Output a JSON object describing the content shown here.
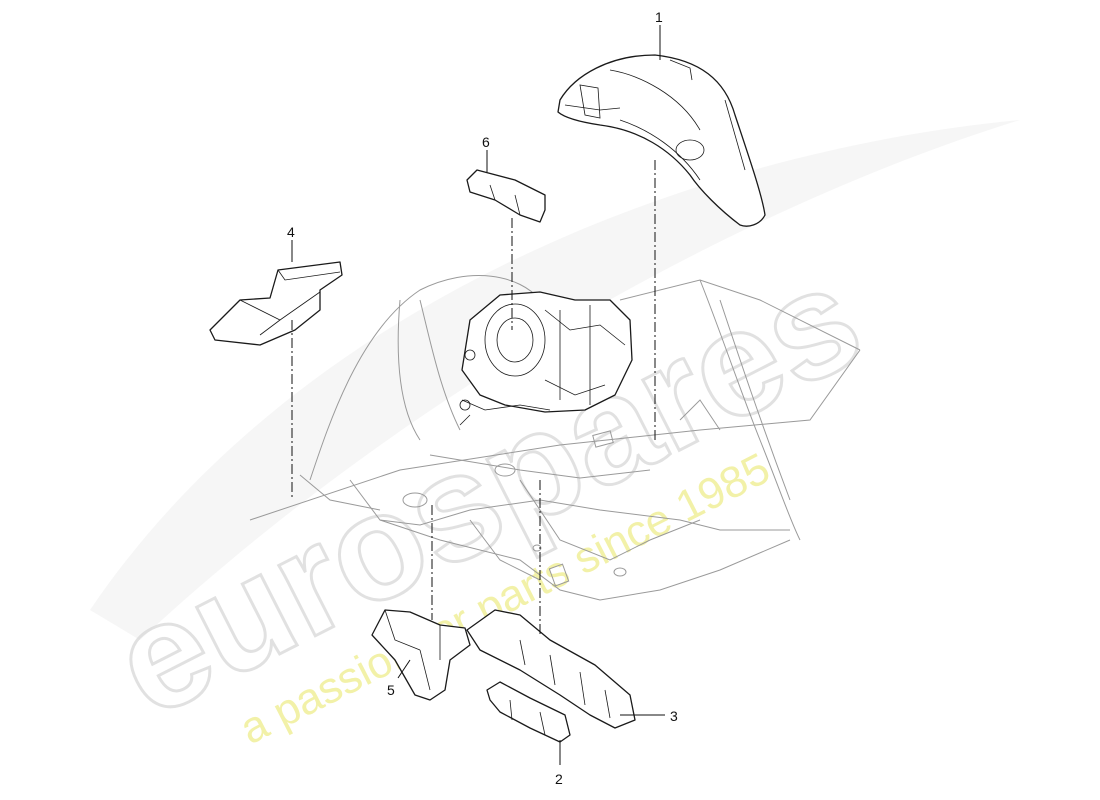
{
  "watermark": {
    "brand": "eurospares",
    "tagline": "a passion for parts since 1985"
  },
  "callouts": [
    {
      "id": "1",
      "label": "1"
    },
    {
      "id": "2",
      "label": "2"
    },
    {
      "id": "3",
      "label": "3"
    },
    {
      "id": "4",
      "label": "4"
    },
    {
      "id": "5",
      "label": "5"
    },
    {
      "id": "6",
      "label": "6"
    }
  ],
  "colors": {
    "line": "#1a1a1a",
    "body_outline": "#9a9a9a",
    "watermark_main": "#d8d8d8",
    "watermark_tagline": "#f0ef9a"
  }
}
